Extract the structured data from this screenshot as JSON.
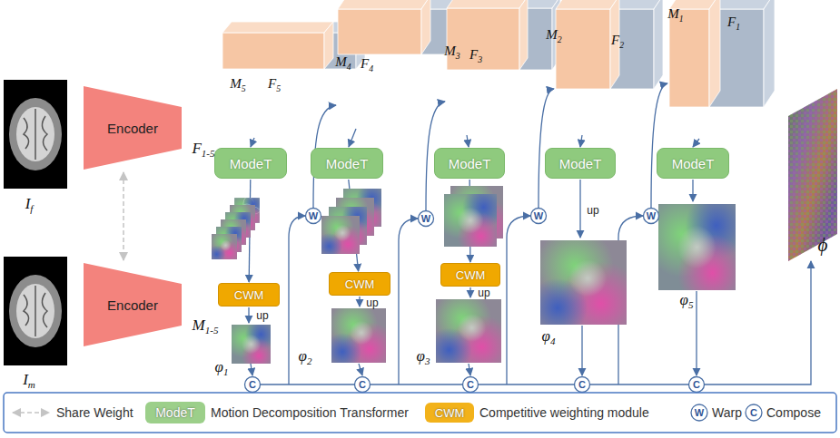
{
  "diagram": {
    "nodes": [
      {
        "text": [
          "Encoder"
        ]
      },
      {
        "text": [
          "Encoder"
        ]
      },
      {
        "text": [
          "ModeT"
        ]
      },
      {
        "text": [
          "CWM"
        ]
      },
      {
        "text": [
          "ModeT"
        ]
      },
      {
        "text": [
          "CWM"
        ]
      },
      {
        "text": [
          "ModeT"
        ]
      },
      {
        "text": [
          "CWM"
        ]
      },
      {
        "text": [
          "ModeT"
        ]
      },
      {
        "text": [
          "ModeT"
        ]
      }
    ],
    "edges": [
      {
        "from": 0,
        "to": 1,
        "arrow": "both"
      },
      {
        "from": 2,
        "to": 3,
        "arrow": "to"
      },
      {
        "from": 4,
        "to": 5,
        "arrow": "to"
      },
      {
        "from": 6,
        "to": 7,
        "arrow": "to"
      }
    ],
    "labels": [
      "If",
      "Im",
      "F1-5",
      "M1-5",
      "M5",
      "F5",
      "M4",
      "F4",
      "M3",
      "F3",
      "M2",
      "F2",
      "M1",
      "F1",
      "up",
      "up",
      "up",
      "up",
      "φ1",
      "φ2",
      "φ3",
      "φ4",
      "φ5",
      "ϕ",
      "W",
      "W",
      "W",
      "W",
      "C",
      "C",
      "C",
      "C",
      "C",
      "ModeT",
      "CWM",
      "W",
      "C"
    ],
    "legend": [
      {
        "text": "Share Weight"
      },
      {
        "text": "Motion Decomposition Transformer",
        "color": "#9ccf8a"
      },
      {
        "text": "Competitive weighting module",
        "color": "#f2b21a"
      },
      {
        "text": "Warp"
      },
      {
        "text": "Compose"
      }
    ]
  }
}
